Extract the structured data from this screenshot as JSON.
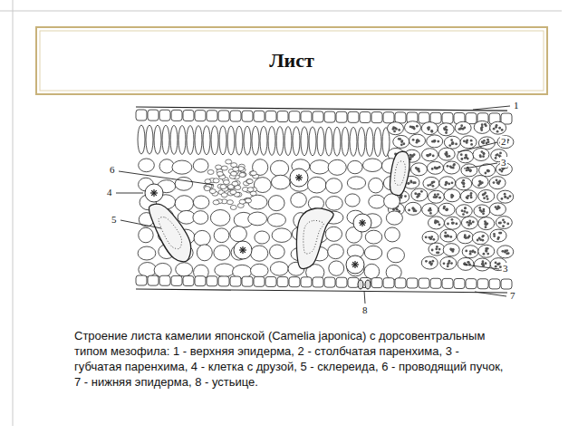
{
  "diagram": {
    "title": "Лист",
    "caption": "Строение листа камелии японской (Camelia japonica) с дорсовентральным типом мезофила: 1 - верхняя эпидерма, 2 - столбчатая паренхима, 3 - губчатая паренхима, 4 - клетка с друзой, 5 - склереида, 6 - проводящий пучок, 7 - нижняя эпидерма, 8 - устьице.",
    "labels": [
      "1",
      "2",
      "3",
      "4",
      "5",
      "6",
      "3",
      "7",
      "8"
    ]
  }
}
